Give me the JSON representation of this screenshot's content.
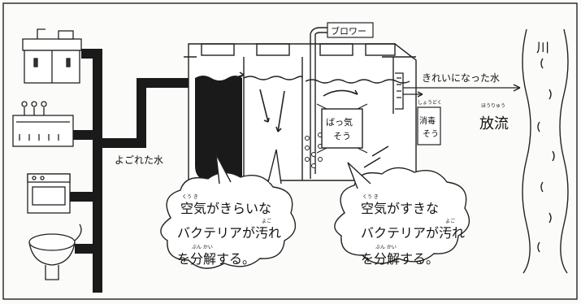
{
  "labels": {
    "blower": "ブロワー",
    "clean_water": "きれいになった水",
    "dirty_water": "よごれた水",
    "river": "川",
    "discharge": "放流",
    "discharge_ruby": "ほうりゅう",
    "aeration_tank_line1": "ばっ気",
    "aeration_tank_line2": "そう",
    "disinfection_tank_line1": "消毒",
    "disinfection_tank_line2": "そう",
    "disinfection_ruby": "しょうどく"
  },
  "bubbles": {
    "anaerobic": {
      "line1": "空気がきらいな",
      "line2": "バクテリアが汚れ",
      "line3": "を分解する。",
      "ruby_kuuki": "くう き",
      "ruby_yogo": "よご",
      "ruby_bunkai": "ぶん かい"
    },
    "aerobic": {
      "line1": "空気がすきな",
      "line2": "バクテリアが汚れ",
      "line3": "を分解する。",
      "ruby_kuuki": "くう き",
      "ruby_yogo": "よご",
      "ruby_bunkai": "ぶん かい"
    }
  },
  "appliances": [
    "sink-icon",
    "bathtub-icon",
    "washing-machine-icon",
    "toilet-icon"
  ]
}
